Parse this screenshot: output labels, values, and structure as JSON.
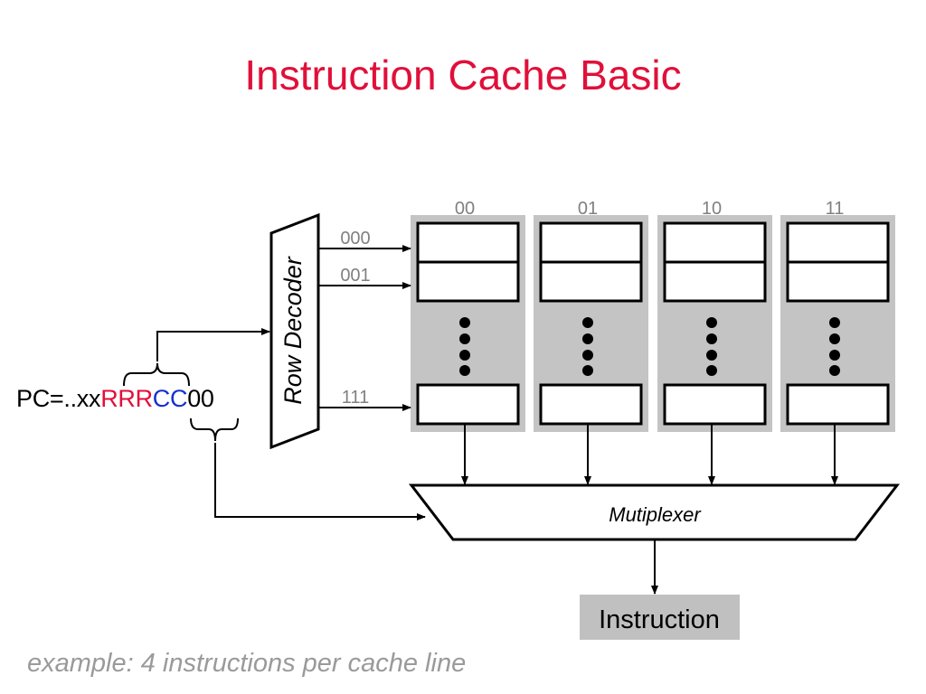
{
  "title": "Instruction Cache Basic",
  "pc": {
    "prefix": "PC=..xx",
    "row_bits": "RRR",
    "col_bits": "CC",
    "suffix": "00",
    "colors": {
      "row_bits": "#e0103a",
      "col_bits": "#1530d0"
    }
  },
  "row_decoder": {
    "label": "Row Decoder"
  },
  "row_labels": [
    "000",
    "001",
    "111"
  ],
  "column_labels": [
    "00",
    "01",
    "10",
    "11"
  ],
  "multiplexer": {
    "label": "Mutiplexer"
  },
  "output": {
    "label": "Instruction"
  },
  "caption": "example: 4 instructions per cache line"
}
